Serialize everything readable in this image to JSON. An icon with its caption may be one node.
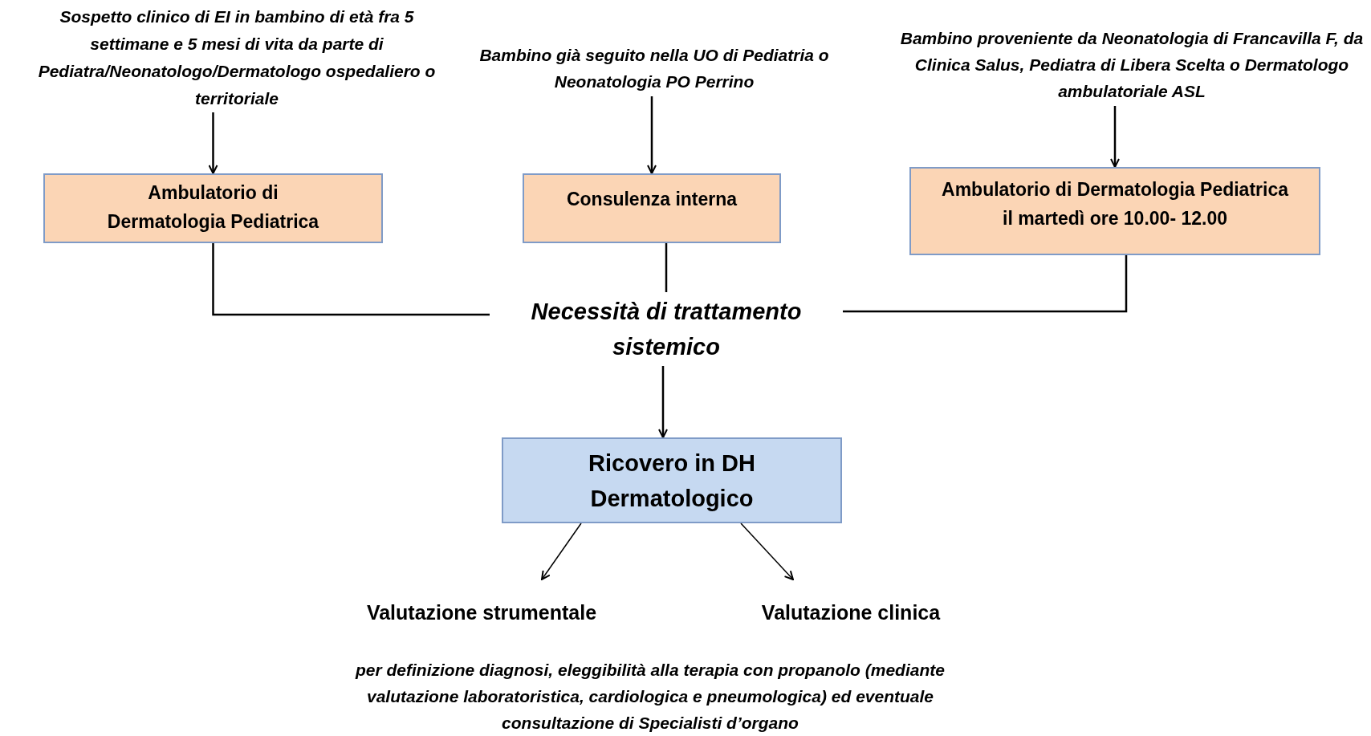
{
  "diagram": {
    "nodes": [
      {
        "text": [
          "Sospetto clinico di EI in bambino di età fra 5 settimane e 5 mesi di vita da parte di Pediatra/Neonatologo/Dermatologo ospedaliero o territoriale"
        ]
      },
      {
        "text": [
          "Bambino già seguito nella UO di Pediatria o Neonatologia PO Perrino"
        ]
      },
      {
        "text": [
          "Bambino proveniente da Neonatologia di Francavilla F, da Clinica Salus, Pediatra di Libera Scelta o Dermatologo ambulatoriale ASL"
        ]
      },
      {
        "text": [
          "Ambulatorio di Dermatologia Pediatrica"
        ]
      },
      {
        "text": [
          "Consulenza interna"
        ]
      },
      {
        "text": [
          "Ambulatorio di Dermatologia Pediatrica il martedì ore 10.00- 12.00"
        ]
      },
      {
        "text": [
          "Necessità di trattamento sistemico"
        ]
      },
      {
        "text": [
          "Ricovero in DH Dermatologico"
        ]
      },
      {
        "text": [
          "Valutazione strumentale"
        ]
      },
      {
        "text": [
          "Valutazione clinica"
        ]
      }
    ],
    "edges": [
      {
        "from": 0,
        "to": 3,
        "arrow": "to"
      },
      {
        "from": 1,
        "to": 4,
        "arrow": "to"
      },
      {
        "from": 2,
        "to": 5,
        "arrow": "to"
      },
      {
        "from": 3,
        "to": 6,
        "arrow": "none"
      },
      {
        "from": 4,
        "to": 6,
        "arrow": "none"
      },
      {
        "from": 5,
        "to": 6,
        "arrow": "none"
      },
      {
        "from": 6,
        "to": 7,
        "arrow": "to"
      },
      {
        "from": 7,
        "to": 8,
        "arrow": "to"
      },
      {
        "from": 7,
        "to": 9,
        "arrow": "to"
      }
    ],
    "labels": [
      "per definizione diagnosi, eleggibilità alla terapia con propanolo (mediante valutazione laboratoristica, cardiologica e pneumologica) ed eventuale consultazione di Specialisti d’organo"
    ]
  }
}
